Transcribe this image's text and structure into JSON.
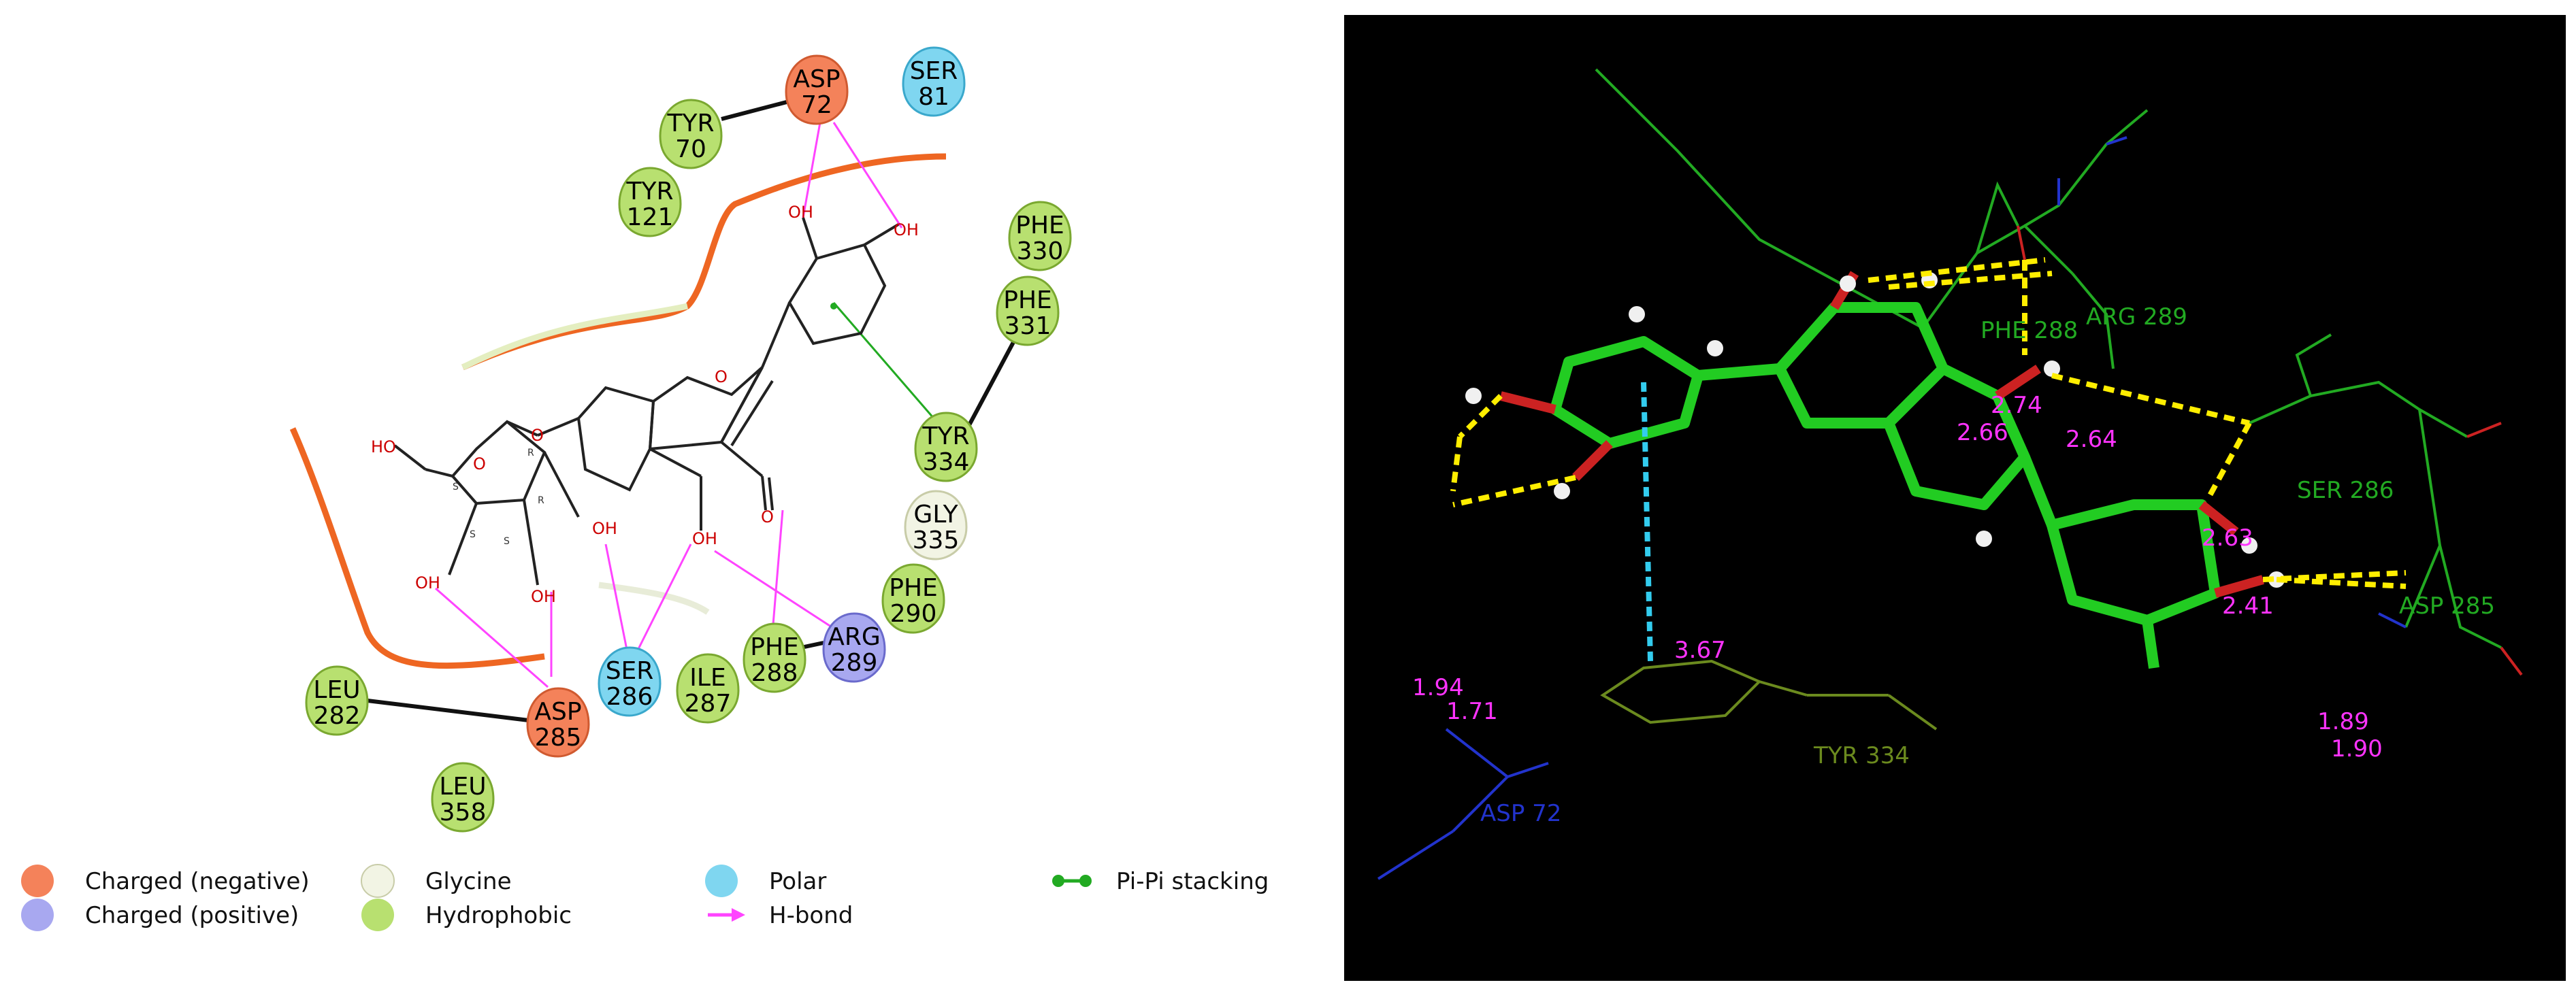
{
  "residues": [
    {
      "id": "asp72",
      "name": "ASP",
      "num": "72",
      "color": "#f4825a",
      "stroke": "#d05a30"
    },
    {
      "id": "ser81",
      "name": "SER",
      "num": "81",
      "color": "#7fd6f0",
      "stroke": "#3aa8cc"
    },
    {
      "id": "tyr70",
      "name": "TYR",
      "num": "70",
      "color": "#b8e070",
      "stroke": "#7aa830"
    },
    {
      "id": "tyr121",
      "name": "TYR",
      "num": "121",
      "color": "#b8e070",
      "stroke": "#7aa830"
    },
    {
      "id": "phe330",
      "name": "PHE",
      "num": "330",
      "color": "#b8e070",
      "stroke": "#7aa830"
    },
    {
      "id": "phe331",
      "name": "PHE",
      "num": "331",
      "color": "#b8e070",
      "stroke": "#7aa830"
    },
    {
      "id": "tyr334",
      "name": "TYR",
      "num": "334",
      "color": "#b8e070",
      "stroke": "#7aa830"
    },
    {
      "id": "gly335",
      "name": "GLY",
      "num": "335",
      "color": "#f2f4e4",
      "stroke": "#c8cca8"
    },
    {
      "id": "phe290",
      "name": "PHE",
      "num": "290",
      "color": "#b8e070",
      "stroke": "#7aa830"
    },
    {
      "id": "arg289",
      "name": "ARG",
      "num": "289",
      "color": "#a8a8f0",
      "stroke": "#6a6acc"
    },
    {
      "id": "phe288",
      "name": "PHE",
      "num": "288",
      "color": "#b8e070",
      "stroke": "#7aa830"
    },
    {
      "id": "ile287",
      "name": "ILE",
      "num": "287",
      "color": "#b8e070",
      "stroke": "#7aa830"
    },
    {
      "id": "ser286",
      "name": "SER",
      "num": "286",
      "color": "#7fd6f0",
      "stroke": "#3aa8cc"
    },
    {
      "id": "asp285",
      "name": "ASP",
      "num": "285",
      "color": "#f4825a",
      "stroke": "#d05a30"
    },
    {
      "id": "leu282",
      "name": "LEU",
      "num": "282",
      "color": "#b8e070",
      "stroke": "#7aa830"
    },
    {
      "id": "leu358",
      "name": "LEU",
      "num": "358",
      "color": "#b8e070",
      "stroke": "#7aa830"
    }
  ],
  "atoms": {
    "o_top1": "OH",
    "o_top2": "OH",
    "o_ring": "O",
    "o_keto": "O",
    "o_oh5": "OH",
    "o_glyc": "O",
    "o_sugar_ring": "O",
    "o_sugar_ho": "HO",
    "o_sugar_oh1": "OH",
    "o_sugar_oh2": "OH",
    "o_sugar_oh3": "OH",
    "r1": "R",
    "r2": "S",
    "r3": "R",
    "r4": "S",
    "r5": "S"
  },
  "legend": {
    "charged_negative": "Charged (negative)",
    "charged_positive": "Charged (positive)",
    "glycine": "Glycine",
    "hydrophobic": "Hydrophobic",
    "polar": "Polar",
    "hbond": "H-bond",
    "pipi": "Pi-Pi stacking",
    "colors": {
      "neg": "#f4825a",
      "pos": "#a8a8f0",
      "gly": "#f2f4e4",
      "hyd": "#b8e070",
      "polar": "#7fd6f0",
      "hbond": "#ff44ff",
      "pipi": "#22aa22"
    }
  },
  "view3d": {
    "residue_labels": {
      "phe288": "PHE 288",
      "arg289": "ARG 289",
      "ser286": "SER 286",
      "asp285": "ASP 285",
      "tyr334": "TYR 334",
      "asp72": "ASP 72"
    },
    "distances": {
      "d274": "2.74",
      "d266": "2.66",
      "d264": "2.64",
      "d263": "2.63",
      "d241": "2.41",
      "d367": "3.67",
      "d194": "1.94",
      "d171": "1.71",
      "d189": "1.89",
      "d190": "1.90"
    }
  }
}
